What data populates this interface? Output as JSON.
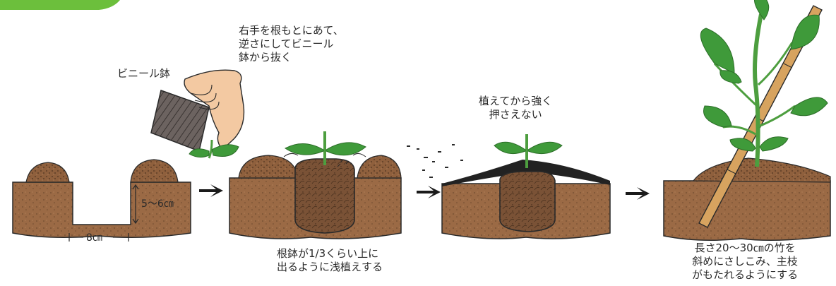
{
  "colors": {
    "soil": "#9b6a45",
    "soil_dark": "#6e4a2e",
    "root_ball": "#7a5236",
    "leaf": "#3f9a3a",
    "leaf_dark": "#2c6e28",
    "stem": "#4d9e3f",
    "mulch": "#222222",
    "bamboo": "#d7a35f",
    "hand": "#f3c9a2",
    "pot": "#6c6360",
    "header_tab": "#6cbf3c",
    "arrow": "#1a1a1a"
  },
  "icons": [
    "hand-holding-pot-icon",
    "seedling-icon",
    "bamboo-stake-icon",
    "step-arrow-icon"
  ],
  "labels": {
    "pot": "ビニール鉢",
    "hand_instruction": "右手を根もとにあて、\n逆さにしてビニール\n鉢から抜く",
    "no_press": "植えてから強く\n押さえない",
    "shallow": "根鉢が1/3くらい上に\n出るように浅植えする",
    "stake": "長さ20〜30㎝の竹を\n斜めにさしこみ、主枝\nがもたれるようにする"
  },
  "dimensions": {
    "depth": "5〜6㎝",
    "width": "8㎝"
  }
}
